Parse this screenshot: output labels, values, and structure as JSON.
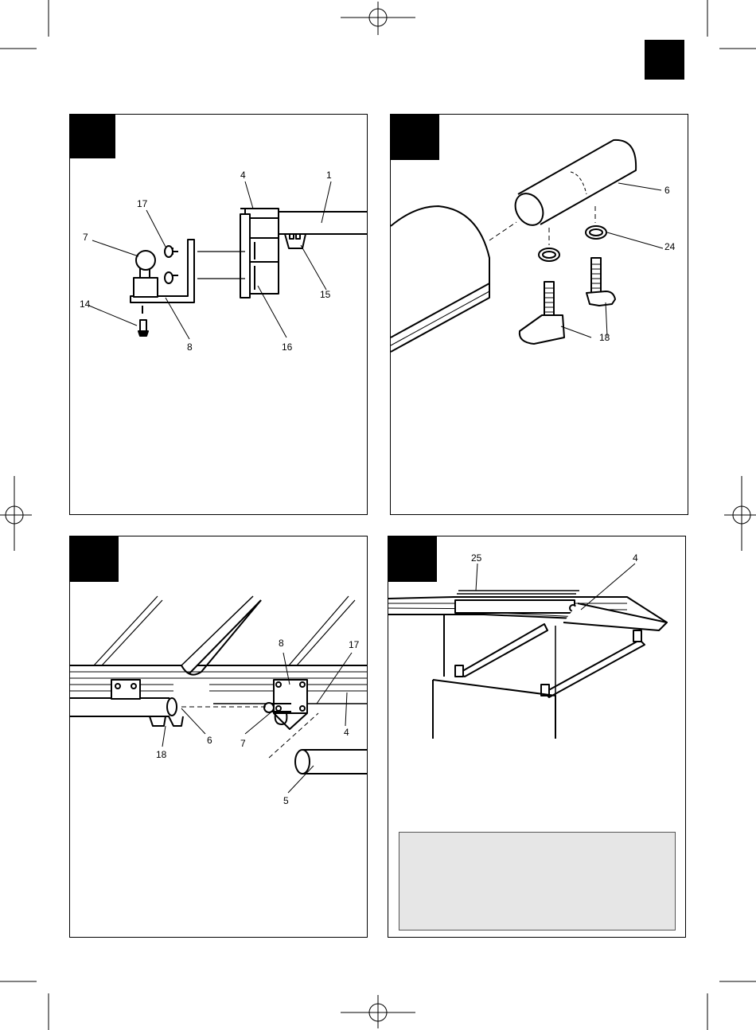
{
  "panel_a": {
    "callouts": {
      "c4": "4",
      "c1": "1",
      "c17": "17",
      "c7": "7",
      "c15": "15",
      "c14": "14",
      "c8": "8",
      "c16": "16"
    }
  },
  "panel_b": {
    "callouts": {
      "c6": "6",
      "c24": "24",
      "c18": "18"
    }
  },
  "panel_c": {
    "callouts": {
      "c8": "8",
      "c17": "17",
      "c6": "6",
      "c7": "7",
      "c4": "4",
      "c18": "18",
      "c5": "5"
    }
  },
  "panel_d": {
    "callouts": {
      "c25": "25",
      "c4": "4"
    }
  },
  "colors": {
    "ink": "#000000",
    "note_fill": "#e6e6e6"
  }
}
